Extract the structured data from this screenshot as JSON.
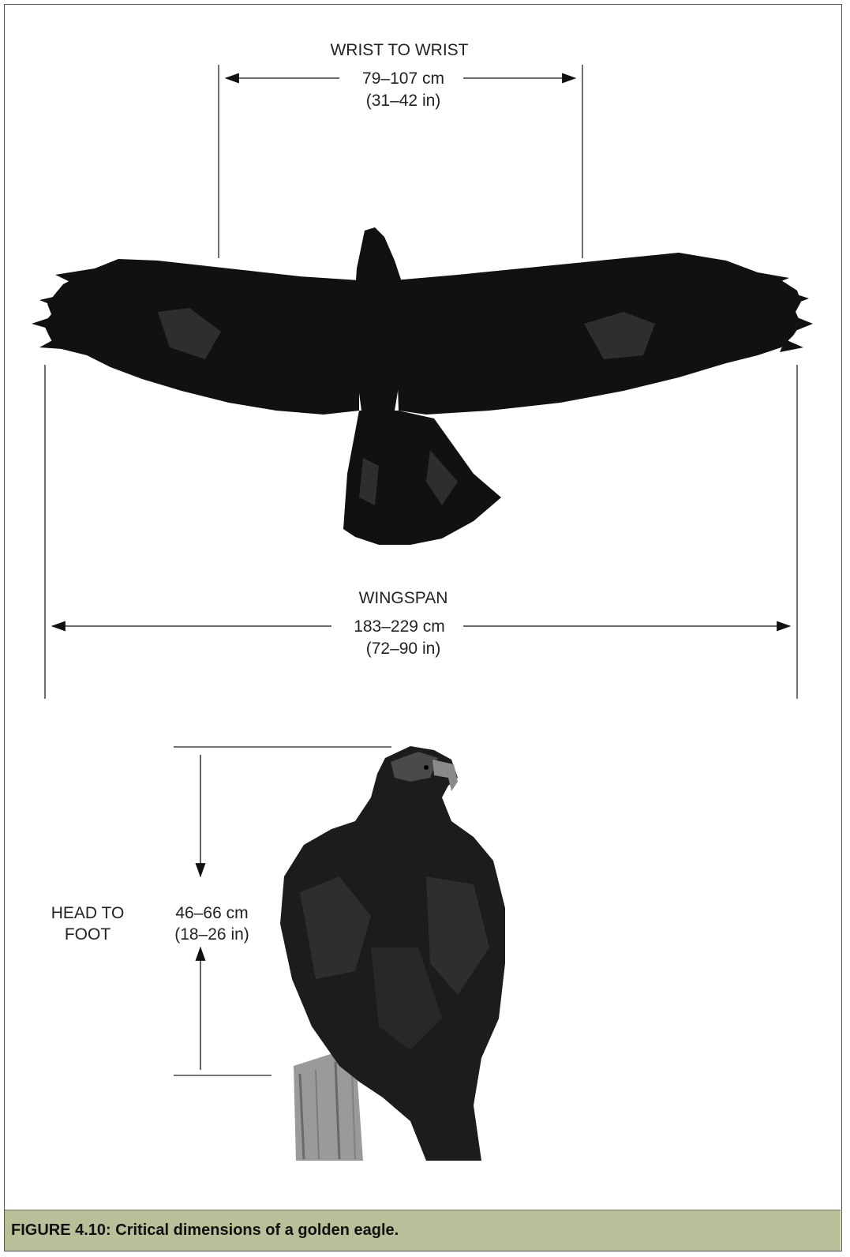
{
  "wrist": {
    "title": "WRIST TO WRIST",
    "metric": "79–107 cm",
    "imperial": "(31–42 in)"
  },
  "wingspan": {
    "title": "WINGSPAN",
    "metric": "183–229 cm",
    "imperial": "(72–90 in)"
  },
  "height": {
    "title_line1": "HEAD TO",
    "title_line2": "FOOT",
    "metric": "46–66 cm",
    "imperial": "(18–26 in)"
  },
  "caption": "FIGURE 4.10: Critical dimensions of a golden eagle.",
  "colors": {
    "caption_bg": "#b8c09a",
    "silhouette": "#111111"
  },
  "icons": [
    "flying-eagle-silhouette",
    "perched-eagle-photo",
    "arrow-left",
    "arrow-right",
    "arrow-up",
    "arrow-down"
  ]
}
